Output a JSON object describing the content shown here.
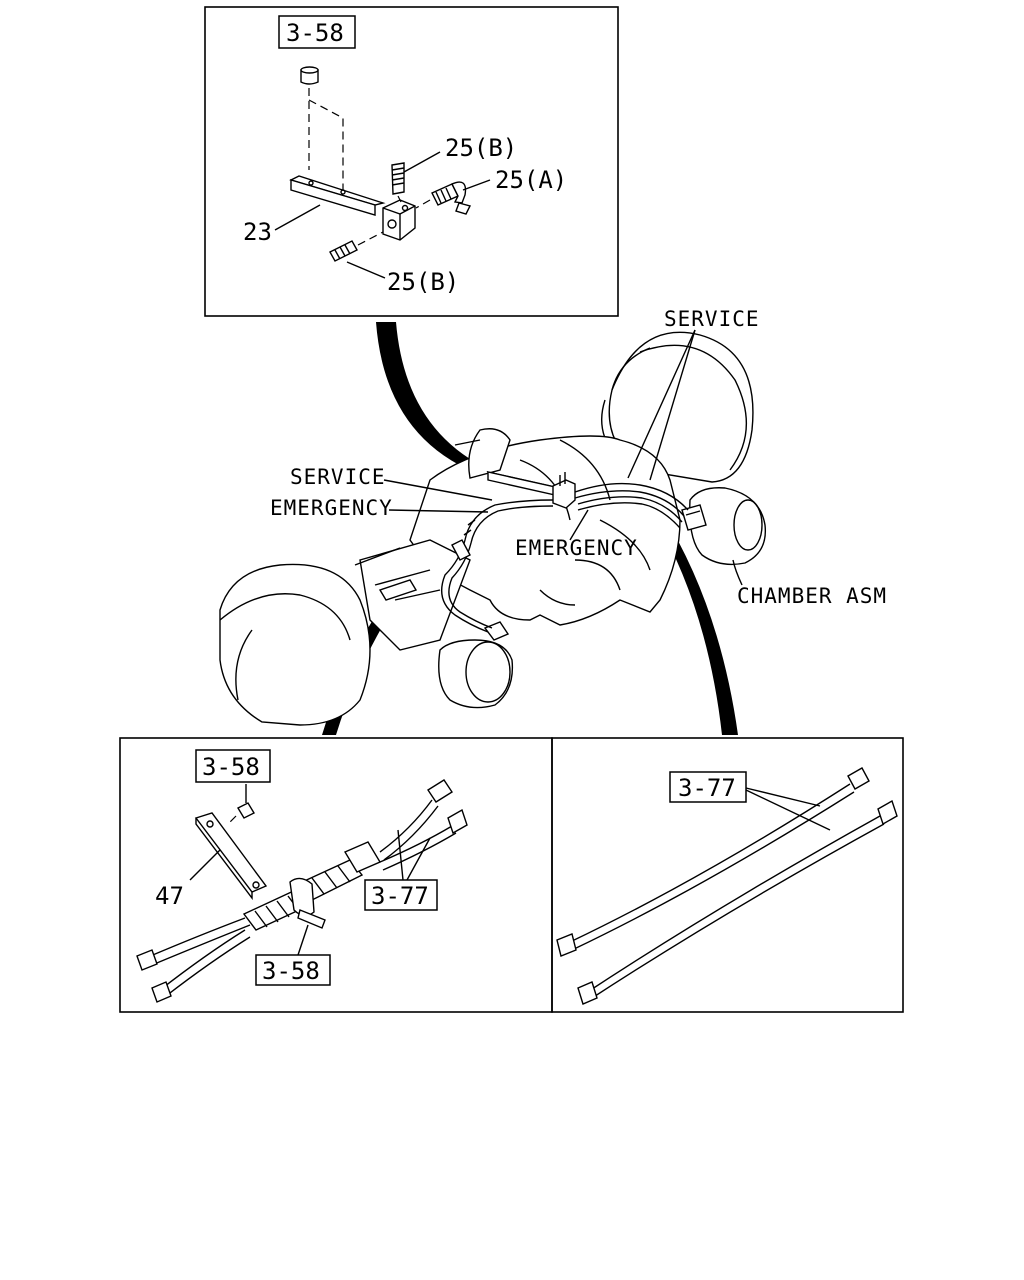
{
  "callouts": {
    "top_ref": "3-58",
    "part_23": "23",
    "part_25b_upper": "25(B)",
    "part_25a": "25(A)",
    "part_25b_lower": "25(B)",
    "service_right": "SERVICE",
    "service_left": "SERVICE",
    "emergency_left": "EMERGENCY",
    "emergency_center": "EMERGENCY",
    "chamber": "CHAMBER ASM",
    "bl_ref_top": "3-58",
    "part_47": "47",
    "bl_ref_hose": "3-77",
    "bl_ref_clip": "3-58",
    "br_ref_hose": "3-77"
  }
}
